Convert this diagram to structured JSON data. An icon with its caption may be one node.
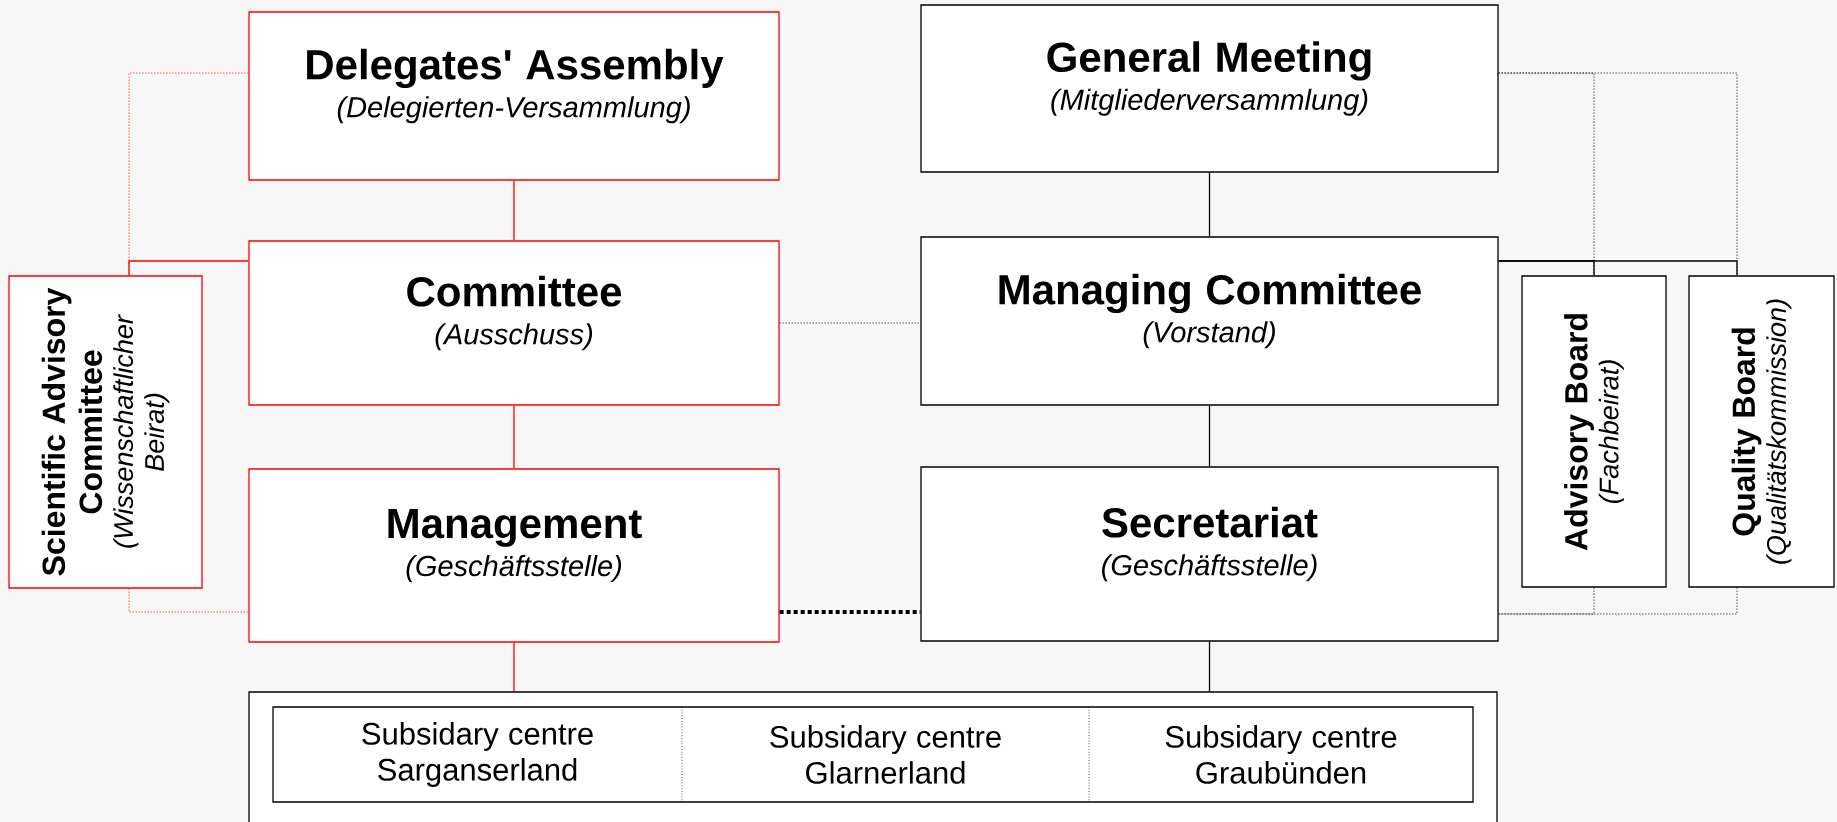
{
  "diagram": {
    "nodes": [
      {
        "text": [
          "Delegates' Assembly",
          "(Delegierten-Versammlung)"
        ]
      },
      {
        "text": [
          "General Meeting",
          "(Mitgliederversammlung)"
        ]
      },
      {
        "text": [
          "Scientific Advisory Committee",
          "(Wissenschaftlicher Beirat)"
        ]
      },
      {
        "text": [
          "Committee",
          "(Ausschuss)"
        ]
      },
      {
        "text": [
          "Managing Committee",
          "(Vorstand)"
        ]
      },
      {
        "text": [
          "Advisory Board",
          "(Fachbeirat)"
        ]
      },
      {
        "text": [
          "Quality Board",
          "(Qualitätskommission)"
        ]
      },
      {
        "text": [
          "Management",
          "(Geschäftsstelle)"
        ]
      },
      {
        "text": [
          "Secretariat",
          "(Geschäftsstelle)"
        ]
      },
      {
        "text": [],
        "shape": "box"
      },
      {
        "text": [],
        "shape": "box",
        "in": 9
      },
      {
        "text": [
          "Subsidary centre Sarganserland"
        ],
        "in": 10
      },
      {
        "text": [
          "Subsidary centre Glarnerland"
        ],
        "in": 10
      },
      {
        "text": [
          "Subsidary centre Graubünden"
        ],
        "in": 10
      }
    ],
    "edges": [
      {
        "from": 0,
        "to": 3,
        "arrow": "none",
        "color": "#ff0000"
      },
      {
        "from": 3,
        "to": 7,
        "arrow": "none",
        "color": "#ff0000"
      },
      {
        "from": 0,
        "to": 2,
        "arrow": "none",
        "style": "dashed",
        "color": "#ff0000"
      },
      {
        "from": 3,
        "to": 2,
        "arrow": "none",
        "color": "#ff0000"
      },
      {
        "from": 2,
        "to": 7,
        "arrow": "none",
        "style": "dashed",
        "color": "#ff0000"
      },
      {
        "from": 7,
        "to": 9,
        "arrow": "none",
        "color": "#ff0000"
      },
      {
        "from": 1,
        "to": 4,
        "arrow": "none"
      },
      {
        "from": 4,
        "to": 8,
        "arrow": "none"
      },
      {
        "from": 1,
        "to": 5,
        "arrow": "none",
        "style": "dashed"
      },
      {
        "from": 1,
        "to": 6,
        "arrow": "none",
        "style": "dashed"
      },
      {
        "from": 4,
        "to": 5,
        "arrow": "none"
      },
      {
        "from": 4,
        "to": 6,
        "arrow": "none"
      },
      {
        "from": 5,
        "to": 8,
        "arrow": "none",
        "style": "dashed"
      },
      {
        "from": 6,
        "to": 8,
        "arrow": "none",
        "style": "dashed"
      },
      {
        "from": 8,
        "to": 9,
        "arrow": "none"
      },
      {
        "from": 3,
        "to": 4,
        "arrow": "none",
        "style": "dashed"
      },
      {
        "from": 7,
        "to": 8,
        "arrow": "none",
        "style": "dashed"
      }
    ]
  }
}
